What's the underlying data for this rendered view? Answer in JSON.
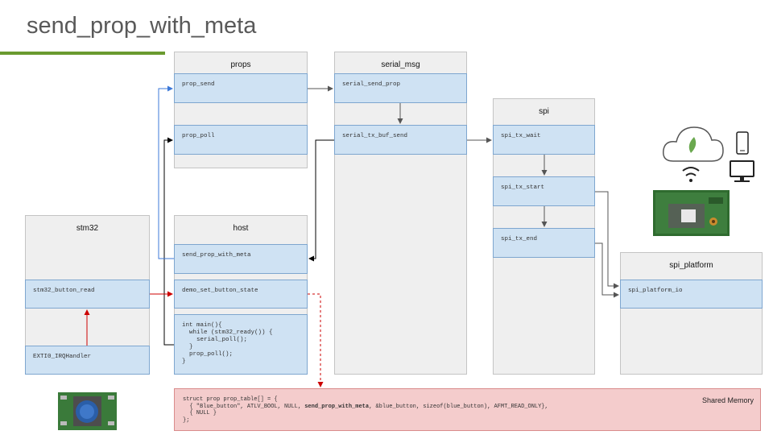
{
  "title": "send_prop_with_meta",
  "panels": {
    "props": "props",
    "serial_msg": "serial_msg",
    "spi": "spi",
    "stm32": "stm32",
    "host": "host",
    "spi_platform": "spi_platform"
  },
  "functions": {
    "prop_send": "prop_send",
    "prop_poll": "prop_poll",
    "serial_send_prop": "serial_send_prop",
    "serial_tx_buf_send": "serial_tx_buf_send",
    "spi_tx_wait": "spi_tx_wait",
    "spi_tx_start": "spi_tx_start",
    "spi_tx_end": "spi_tx_end",
    "send_prop_with_meta": "send_prop_with_meta",
    "demo_set_button_state": "demo_set_button_state",
    "stm32_button_read": "stm32_button_read",
    "exti0_handler": "EXTI0_IRQHandler",
    "spi_platform_io": "spi_platform_io"
  },
  "host_main_code": "int main(){\n  while (stm32_ready()) {\n    serial_poll();\n  }\n  prop_poll();\n}",
  "shared_memory": {
    "label": "Shared Memory",
    "line1": "struct prop prop_table[] = {",
    "line2_a": "  { \"Blue_button\", ATLV_BOOL, NULL, ",
    "line2_b": "send_prop_with_meta",
    "line2_c": ", &blue_button, sizeof(blue_button), AFMT_READ_ONLY},",
    "line3": "  { NULL }",
    "line4": "};"
  },
  "icons": [
    "cloud-leaf-icon",
    "wifi-signal-icon",
    "smartphone-icon",
    "monitor-icon",
    "module-board-icon",
    "button-board-icon"
  ],
  "colors": {
    "accent_green": "#6a9a2f",
    "panel_bg": "#efefef",
    "function_bg": "#cfe2f3",
    "shared_bg": "#f4cccc",
    "arrow_blue": "#3c78d8",
    "arrow_red": "#cc0000"
  }
}
